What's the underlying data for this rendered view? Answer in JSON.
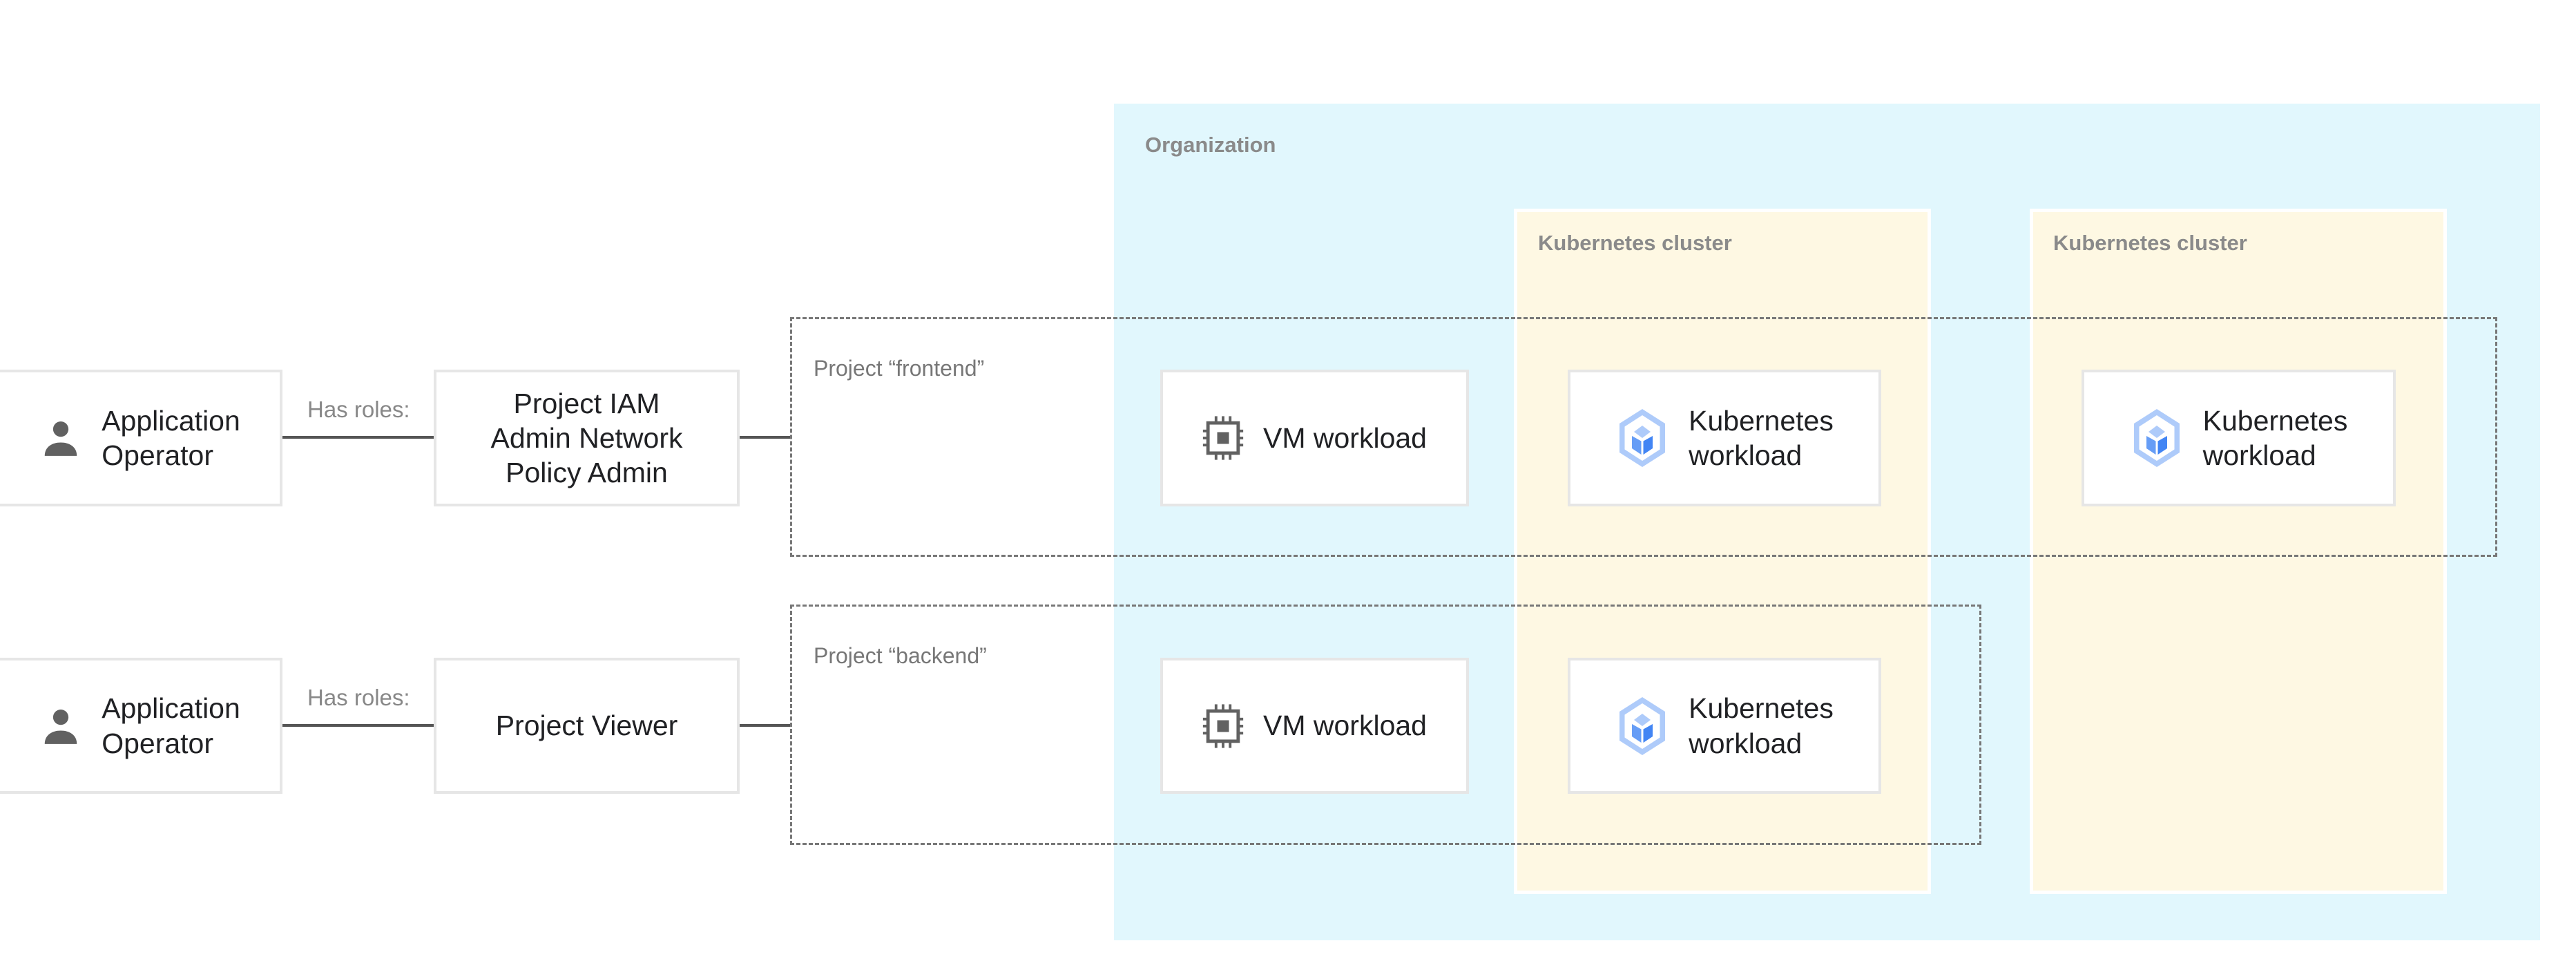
{
  "organization": {
    "label": "Organization",
    "color": "#e1f7fd"
  },
  "clusters": [
    {
      "label": "Kubernetes cluster",
      "color": "#fef8e3"
    },
    {
      "label": "Kubernetes cluster",
      "color": "#fef8e3"
    }
  ],
  "projects": [
    {
      "label": "Project “frontend”"
    },
    {
      "label": "Project “backend”"
    }
  ],
  "operators": [
    {
      "line1": "Application",
      "line2": "Operator",
      "icon": "person-icon"
    },
    {
      "line1": "Application",
      "line2": "Operator",
      "icon": "person-icon"
    }
  ],
  "connector_label": "Has roles:",
  "roles": [
    {
      "line1": "Project IAM",
      "line2": "Admin Network",
      "line3": "Policy Admin"
    },
    {
      "line1": "Project Viewer"
    }
  ],
  "workloads": {
    "vm": {
      "label": "VM workload",
      "icon": "cpu-chip-icon"
    },
    "k8s": {
      "line1": "Kubernetes",
      "line2": "workload",
      "icon": "kubernetes-engine-icon",
      "color": "#4285f4"
    }
  }
}
